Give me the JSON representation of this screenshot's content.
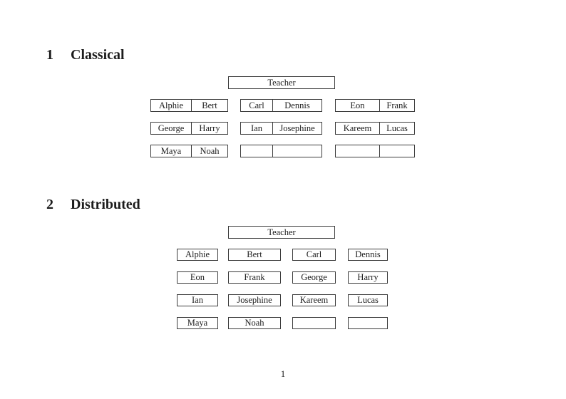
{
  "colors": {
    "ink": "#1c1c1c",
    "border": "#3c3c3c",
    "background": "#ffffff"
  },
  "sections": [
    {
      "number": "1",
      "title": "Classical"
    },
    {
      "number": "2",
      "title": "Distributed"
    }
  ],
  "classical": {
    "teacher": "Teacher",
    "rows": [
      [
        [
          "Alphie",
          "Bert"
        ],
        [
          "Carl",
          "Dennis"
        ],
        [
          "Eon",
          "Frank"
        ]
      ],
      [
        [
          "George",
          "Harry"
        ],
        [
          "Ian",
          "Josephine"
        ],
        [
          "Kareem",
          "Lucas"
        ]
      ],
      [
        [
          "Maya",
          "Noah"
        ],
        [
          "",
          ""
        ],
        [
          "",
          ""
        ]
      ]
    ]
  },
  "distributed": {
    "teacher": "Teacher",
    "rows": [
      [
        "Alphie",
        "Bert",
        "Carl",
        "Dennis"
      ],
      [
        "Eon",
        "Frank",
        "George",
        "Harry"
      ],
      [
        "Ian",
        "Josephine",
        "Kareem",
        "Lucas"
      ],
      [
        "Maya",
        "Noah",
        "",
        ""
      ]
    ]
  },
  "footer": {
    "page_number": "1"
  }
}
